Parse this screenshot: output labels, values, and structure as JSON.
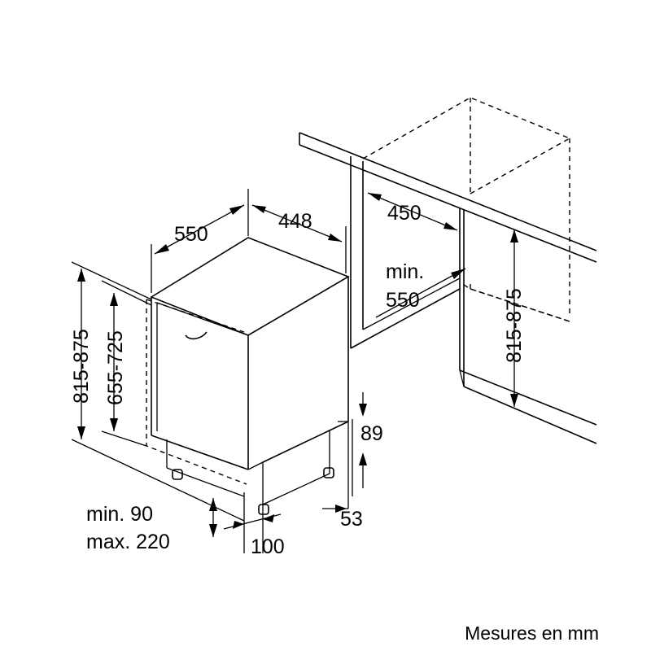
{
  "dimensions": {
    "depth": "550",
    "width": "448",
    "niche_width": "450",
    "niche_depth_line1": "min.",
    "niche_depth_line2": "550",
    "height_total": "815-875",
    "height_body": "655-725",
    "plinth_height": "89",
    "plinth_offset": "53",
    "niche_height": "815-875",
    "plinth_depth_line1": "min. 90",
    "plinth_depth_line2": "max. 220",
    "foot_depth": "100"
  },
  "footer": {
    "units_note": "Mesures en mm"
  },
  "icons": [
    "dimension-arrow",
    "door-handle"
  ]
}
